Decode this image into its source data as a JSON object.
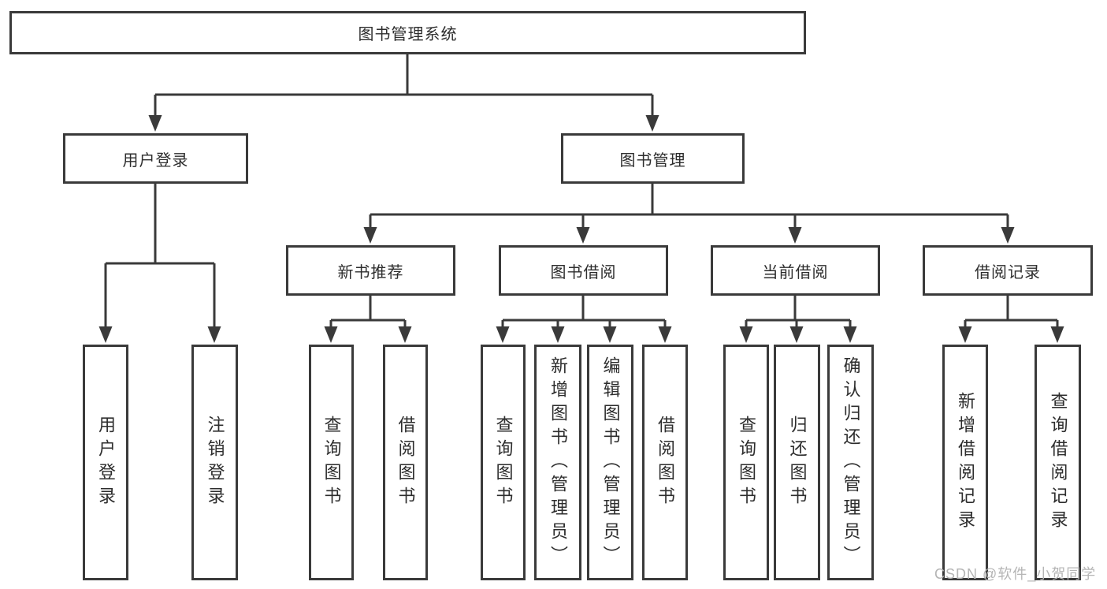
{
  "diagram": {
    "type": "tree",
    "title": "图书管理系统",
    "colors": {
      "line": "#3a3a3a",
      "box_border": "#3a3a3a",
      "box_fill": "#ffffff",
      "text": "#2d2d2d",
      "background": "#ffffff"
    },
    "tree": {
      "label": "图书管理系统",
      "children": [
        {
          "label": "用户登录",
          "children": [
            {
              "label": "用户登录"
            },
            {
              "label": "注销登录"
            }
          ]
        },
        {
          "label": "图书管理",
          "children": [
            {
              "label": "新书推荐",
              "children": [
                {
                  "label": "查询图书"
                },
                {
                  "label": "借阅图书"
                }
              ]
            },
            {
              "label": "图书借阅",
              "children": [
                {
                  "label": "查询图书"
                },
                {
                  "label": "新增图书（管理员）"
                },
                {
                  "label": "编辑图书（管理员）"
                },
                {
                  "label": "借阅图书"
                }
              ]
            },
            {
              "label": "当前借阅",
              "children": [
                {
                  "label": "查询图书"
                },
                {
                  "label": "归还图书"
                },
                {
                  "label": "确认归还（管理员）"
                }
              ]
            },
            {
              "label": "借阅记录",
              "children": [
                {
                  "label": "新增借阅记录"
                },
                {
                  "label": "查询借阅记录"
                }
              ]
            }
          ]
        }
      ]
    }
  },
  "watermark": {
    "text": "CSDN @软件_小贺同学",
    "color": "#b5b5b5"
  }
}
